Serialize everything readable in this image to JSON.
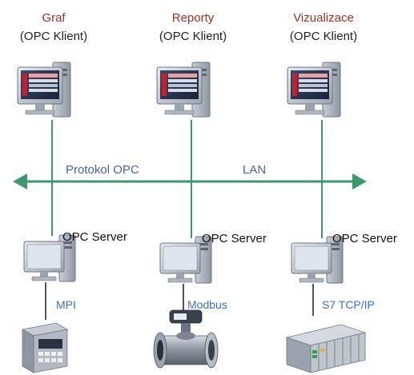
{
  "clients": [
    {
      "name": "Graf",
      "role": "(OPC Klient)"
    },
    {
      "name": "Reporty",
      "role": "(OPC Klient)"
    },
    {
      "name": "Vizualizace",
      "role": "(OPC Klient)"
    }
  ],
  "network": {
    "protocol_label": "Protokol OPC",
    "lan_label": "LAN",
    "arrow_color": "#3a9a6e"
  },
  "servers": [
    {
      "label": "OPC Server",
      "protocol": "MPI",
      "device": "plc-controller-icon"
    },
    {
      "label": "OPC Server",
      "protocol": "Modbus",
      "device": "flowmeter-icon"
    },
    {
      "label": "OPC Server",
      "protocol": "S7 TCP/IP",
      "device": "rack-plc-icon"
    }
  ],
  "colors": {
    "client_name": "#a03020",
    "protocol_text": "#3b6fd0",
    "line": "#3a9a6e"
  }
}
